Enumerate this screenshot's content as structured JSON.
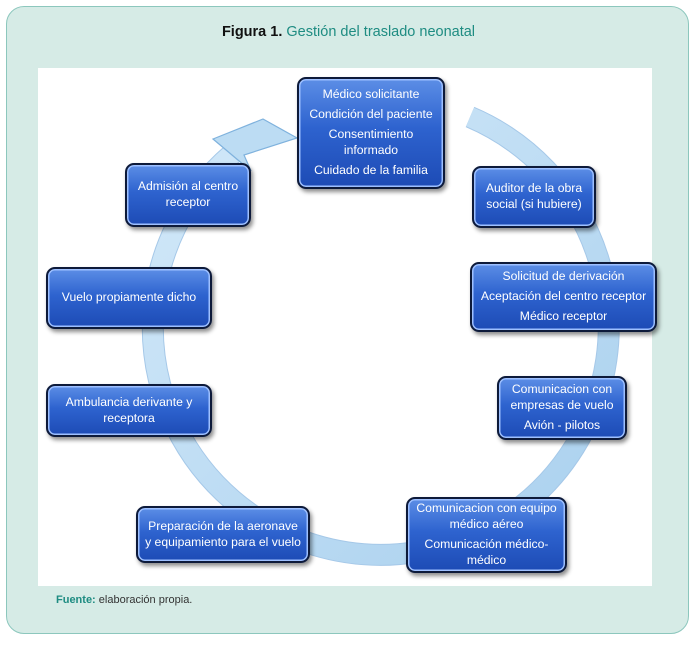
{
  "figure": {
    "label": "Figura 1.",
    "title": "Gestión del traslado neonatal"
  },
  "source": {
    "label": "Fuente:",
    "text": "elaboración propia."
  },
  "colors": {
    "background": "#d6ebe6",
    "border": "#8cc7bd",
    "accent_text": "#1e8c82",
    "node_fill": "#2e63cf",
    "ring_arrow": "#bcdcf3"
  },
  "nodes": [
    {
      "id": "medico",
      "lines": [
        "Médico solicitante",
        "Condición del paciente",
        "Consentimiento informado",
        "Cuidado de la familia"
      ]
    },
    {
      "id": "auditor",
      "lines": [
        "Auditor de la obra social (si hubiere)"
      ]
    },
    {
      "id": "solicitud",
      "lines": [
        "Solicitud de derivación",
        "Aceptación del centro receptor",
        "Médico receptor"
      ]
    },
    {
      "id": "empresas",
      "lines": [
        "Comunicacion con empresas de vuelo",
        "Avión - pilotos"
      ]
    },
    {
      "id": "equipo",
      "lines": [
        "Comunicacion con equipo médico aéreo",
        "Comunicación médico-médico"
      ]
    },
    {
      "id": "preparacion",
      "lines": [
        "Preparación  de la aeronave y equipamiento para el vuelo"
      ]
    },
    {
      "id": "ambulancia",
      "lines": [
        "Ambulancia derivante y receptora"
      ]
    },
    {
      "id": "vuelo",
      "lines": [
        "Vuelo propiamente dicho"
      ]
    },
    {
      "id": "admision",
      "lines": [
        "Admisión al centro receptor"
      ]
    }
  ]
}
